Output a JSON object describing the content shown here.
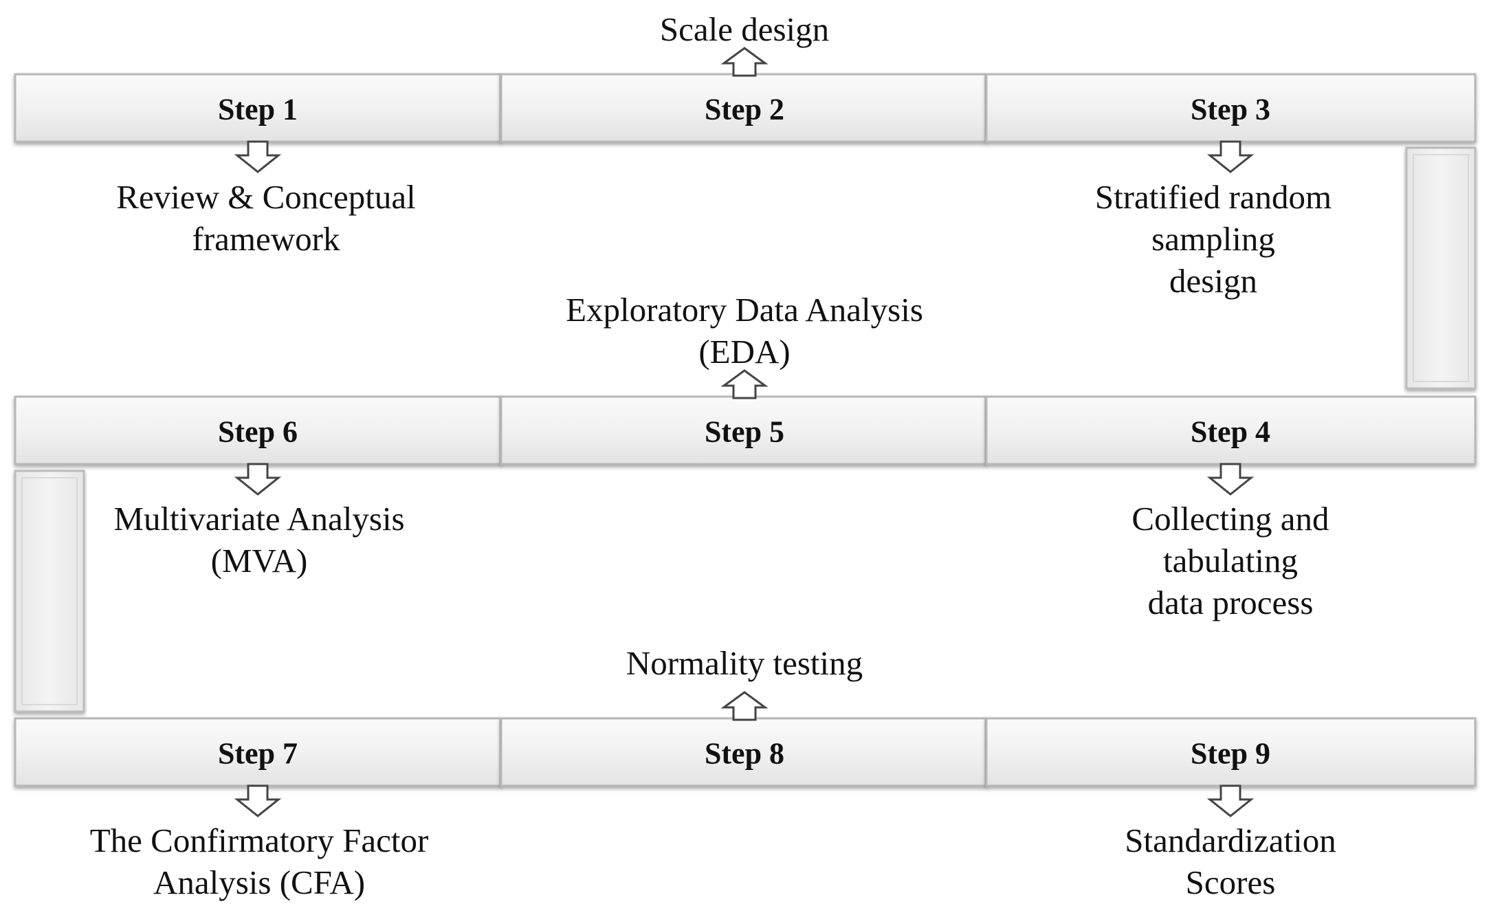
{
  "steps": [
    {
      "label": "Step 1",
      "note": "Review & Conceptual\nframework"
    },
    {
      "label": "Step 2",
      "note": "Scale design"
    },
    {
      "label": "Step 3",
      "note": "Stratified random sampling\ndesign"
    },
    {
      "label": "Step 4",
      "note": "Collecting and tabulating\ndata process"
    },
    {
      "label": "Step 5",
      "note": "Exploratory Data Analysis\n(EDA)"
    },
    {
      "label": "Step 6",
      "note": "Multivariate Analysis\n(MVA)"
    },
    {
      "label": "Step 7",
      "note": "The Confirmatory Factor\nAnalysis (CFA)"
    },
    {
      "label": "Step 8",
      "note": "Normality testing"
    },
    {
      "label": "Step 9",
      "note": "Standardization Scores"
    }
  ],
  "colors": {
    "box_fill": "#efefef",
    "box_stroke": "#b8b8b8",
    "arrow_stroke": "#444444",
    "text": "#111111"
  },
  "icons": {
    "up": "hollow-arrow-up-icon",
    "down": "hollow-arrow-down-icon"
  }
}
